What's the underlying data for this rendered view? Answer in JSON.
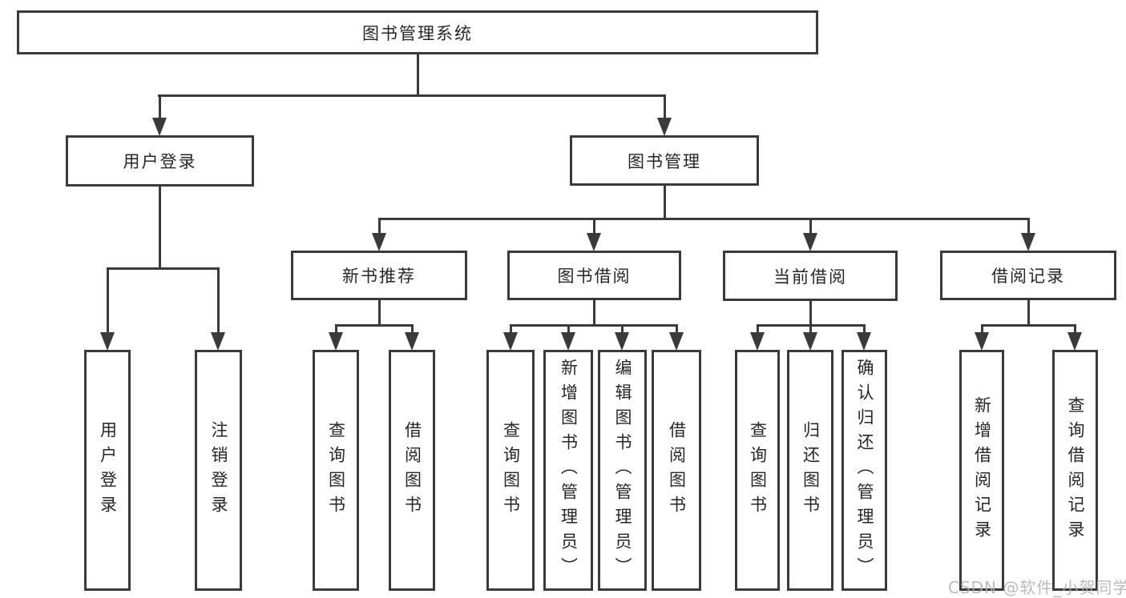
{
  "diagram": {
    "root": {
      "label": "图书管理系统"
    },
    "level1": [
      {
        "label": "用户登录",
        "children": [
          {
            "label": "用户登录"
          },
          {
            "label": "注销登录"
          }
        ]
      },
      {
        "label": "图书管理",
        "groups": [
          {
            "label": "新书推荐",
            "children": [
              {
                "label": "查询图书"
              },
              {
                "label": "借阅图书"
              }
            ]
          },
          {
            "label": "图书借阅",
            "children": [
              {
                "label": "查询图书"
              },
              {
                "label": "新增图书（管理员）"
              },
              {
                "label": "编辑图书（管理员）"
              },
              {
                "label": "借阅图书"
              }
            ]
          },
          {
            "label": "当前借阅",
            "children": [
              {
                "label": "查询图书"
              },
              {
                "label": "归还图书"
              },
              {
                "label": "确认归还（管理员）"
              }
            ]
          },
          {
            "label": "借阅记录",
            "children": [
              {
                "label": "新增借阅记录"
              },
              {
                "label": "查询借阅记录"
              }
            ]
          }
        ]
      }
    ]
  },
  "watermark": {
    "text": "CSDN @软件_小贺同学"
  },
  "colors": {
    "line": "#3a3a3a",
    "text": "#262626",
    "background": "#ffffff",
    "watermark": "#b0b0b0"
  }
}
